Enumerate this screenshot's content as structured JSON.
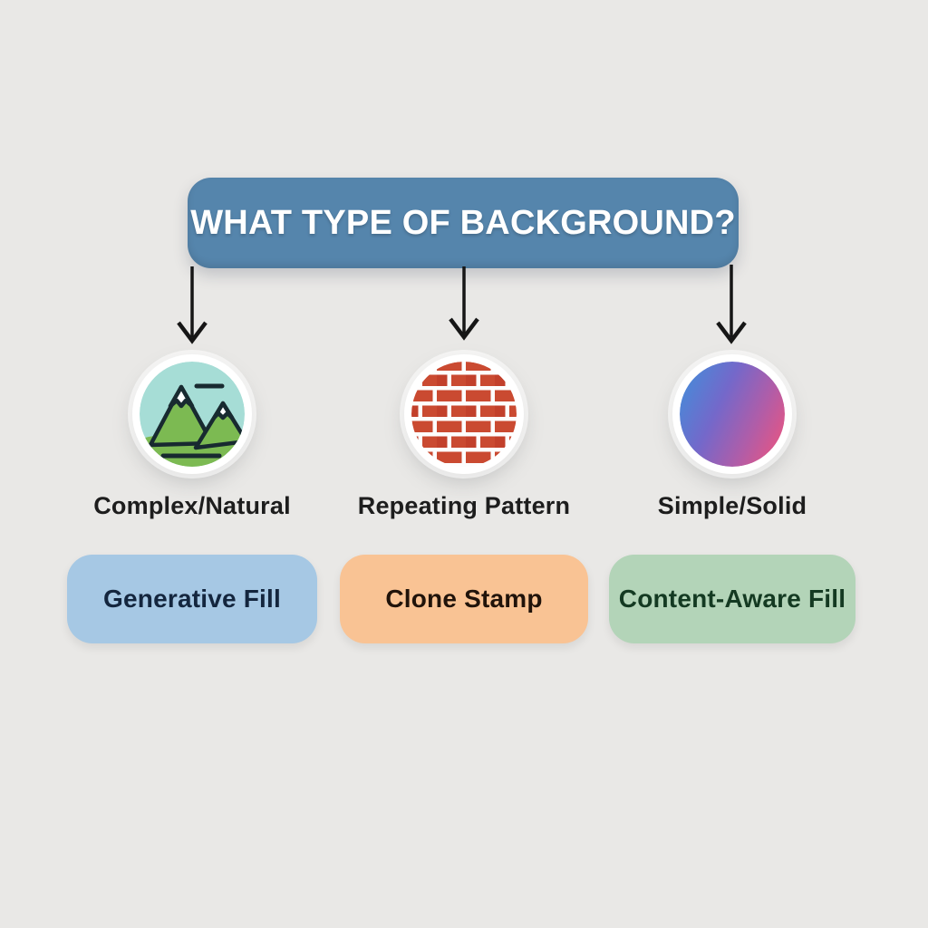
{
  "canvas": {
    "bg_color": "#e9e8e6",
    "arrow_color": "#161616"
  },
  "header": {
    "title": "WHAT TYPE OF BACKGROUND?",
    "bg_color": "#5585ac",
    "text_color": "#ffffff"
  },
  "branches": [
    {
      "label": "Complex/Natural",
      "tool": "Generative Fill",
      "icon": "mountain-landscape-icon",
      "box_color": "#a6c8e4",
      "text_color": "#14263e"
    },
    {
      "label": "Repeating Pattern",
      "tool": "Clone Stamp",
      "icon": "brick-wall-icon",
      "box_color": "#f9c394",
      "text_color": "#20130a"
    },
    {
      "label": "Simple/Solid",
      "tool": "Content-Aware Fill",
      "icon": "gradient-swatch-icon",
      "box_color": "#b3d4b8",
      "text_color": "#143a22"
    }
  ],
  "icon_colors": {
    "mountain_sky": "#a6ddd6",
    "mountain_green": "#7cba52",
    "mountain_outline": "#182a30",
    "snow_cap": "#ffffff",
    "brick_red": "#ca4a31",
    "brick_mortar": "#fdfdfd",
    "gradient_stops": [
      "#4b87d7",
      "#7468ca",
      "#b05da8",
      "#e65583"
    ]
  },
  "label_color": "#1d1d1d"
}
